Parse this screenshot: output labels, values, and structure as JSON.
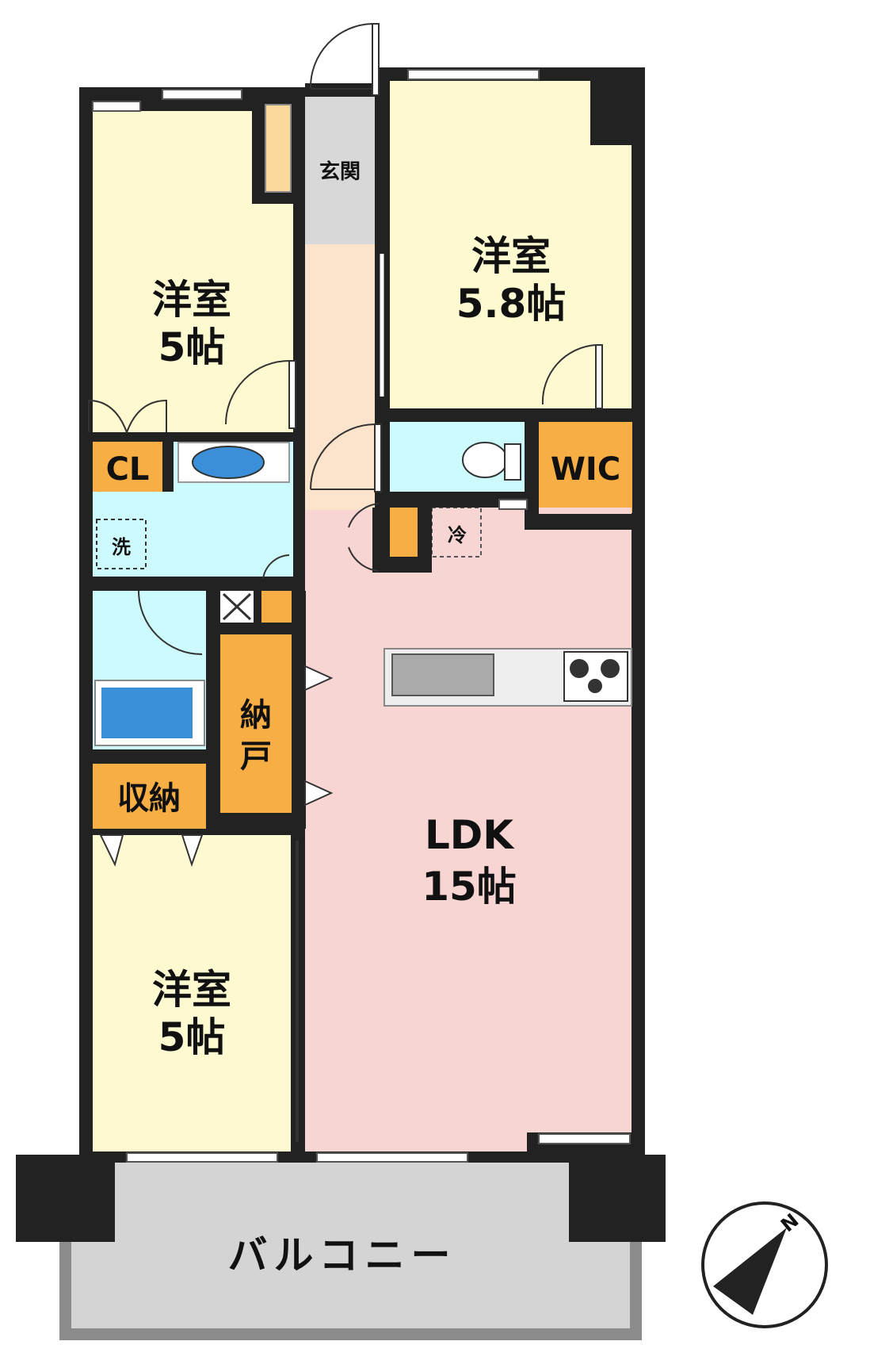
{
  "rooms": {
    "bedroom_nw": {
      "name": "洋室",
      "size": "5帖"
    },
    "bedroom_ne": {
      "name": "洋室",
      "size": "5.8帖"
    },
    "bedroom_sw": {
      "name": "洋室",
      "size": "5帖"
    },
    "ldk": {
      "name": "LDK",
      "size": "15帖"
    }
  },
  "labels": {
    "entrance": "玄関",
    "closet": "CL",
    "wic": "WIC",
    "washer": "洗",
    "fridge": "冷",
    "pantry": "納戸",
    "storage": "収納",
    "balcony": "バルコニー",
    "compass_north": "N"
  },
  "colors": {
    "wall": "#222222",
    "bedroom": "#fdf9d0",
    "ldk": "#f6d5d2",
    "corridor": "#fbe3cc",
    "entrance": "#d8d8d8",
    "wet": "#cdfbfd",
    "storage": "#f7ae45",
    "balcony": "#d4d4d4"
  }
}
